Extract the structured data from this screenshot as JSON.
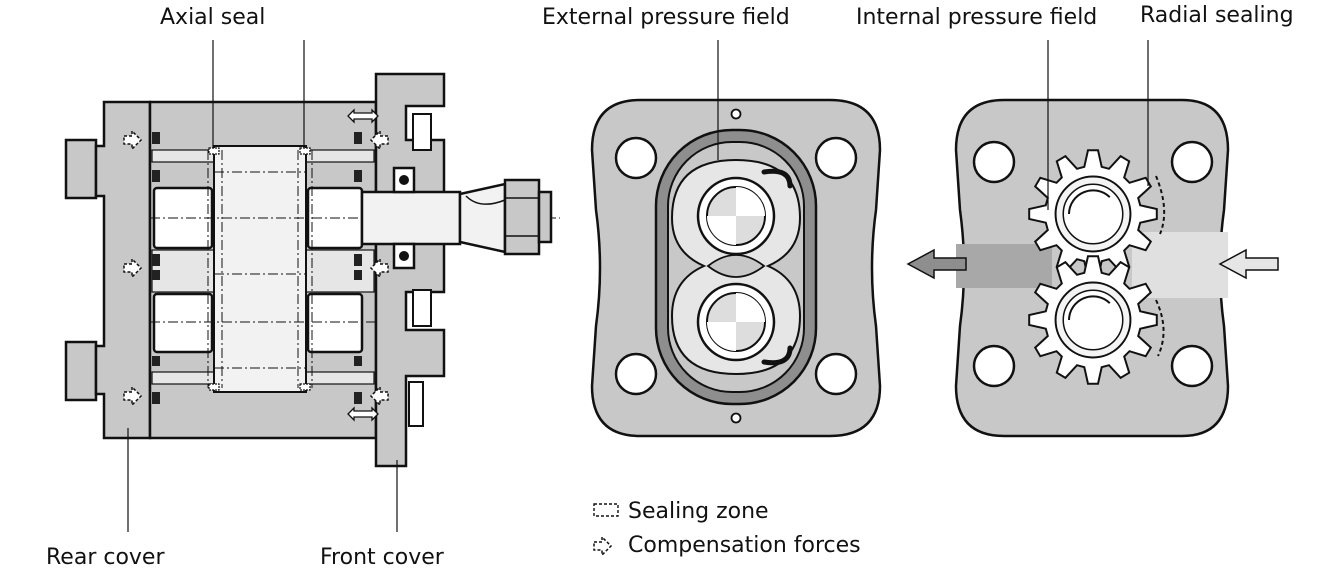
{
  "labels": {
    "axial_seal": "Axial seal",
    "external_pressure_field": "External pressure field",
    "internal_pressure_field": "Internal pressure field",
    "radial_sealing": "Radial sealing",
    "rear_cover": "Rear cover",
    "front_cover": "Front cover"
  },
  "legend": {
    "sealing_zone": "Sealing zone",
    "compensation_forces": "Compensation forces"
  },
  "colors": {
    "housing": "#c8c8c8",
    "dark_gray": "#8e8e8e",
    "mid_gray": "#b5b5b5",
    "light": "#e6e6e6",
    "outline": "#111111"
  }
}
